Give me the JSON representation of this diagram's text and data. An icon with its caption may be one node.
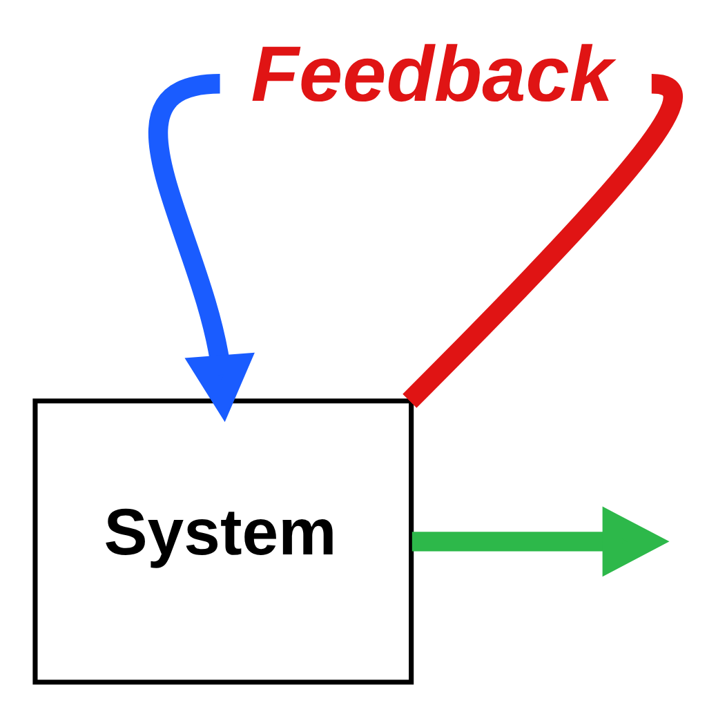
{
  "diagram": {
    "nodes": [
      {
        "text": [
          "Feedback"
        ]
      },
      {
        "text": [
          "System"
        ]
      }
    ],
    "edges": [
      {
        "from": 0,
        "to": 1,
        "arrow": "to",
        "color": "#1a5cff"
      },
      {
        "from": 1,
        "to": null,
        "arrow": "to",
        "color": "#2db84a"
      },
      {
        "from": 1,
        "to": 0,
        "arrow": "none",
        "color": "#e01414"
      }
    ]
  }
}
